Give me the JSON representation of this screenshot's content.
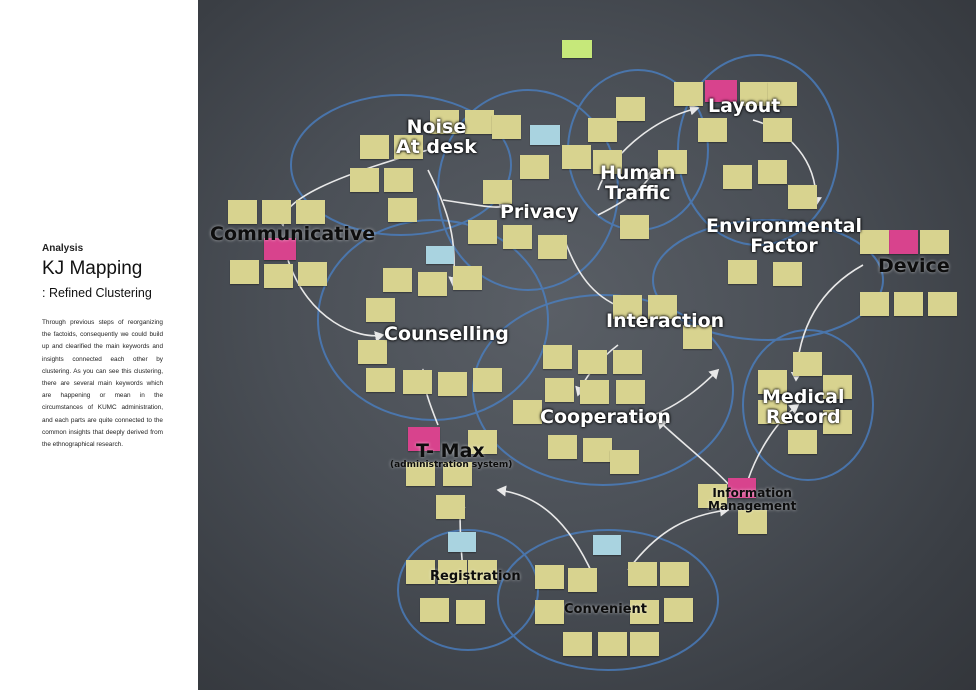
{
  "sidebar": {
    "section": "Analysis",
    "title": "KJ Mapping",
    "subtitle": ": Refined Clustering",
    "body": "Through previous steps of reorganizing the factoids, consequently we could build up and clearified the main keywords and insights connected each other by clustering. As you can see this clustering, there are several main keywords which are happening or mean in the circumstances of KUMC administration, and each parts are quite connected to the common insights that deeply derived from the ethnographical research."
  },
  "board": {
    "keywords": {
      "noise": "Noise\nAt desk",
      "layout": "Layout",
      "human_traffic": "Human\nTraffic",
      "privacy": "Privacy",
      "communicative": "Communicative",
      "environmental": "Environmental\nFactor",
      "device": "Device",
      "counselling": "Counselling",
      "interaction": "Interaction",
      "cooperation": "Cooperation",
      "medical_record": "Medical\nRecord",
      "tmax": "T- Max",
      "tmax_sub": "(administration system)",
      "information_management": "Information\nManagement",
      "registration": "Registration",
      "convenient": "Convenient"
    }
  },
  "colors": {
    "board": "#4a4f56",
    "note_yellow": "#d8d38f",
    "note_pink": "#d8438d",
    "note_blue": "#a9d3e0",
    "marker_blue": "#4a82c8"
  }
}
